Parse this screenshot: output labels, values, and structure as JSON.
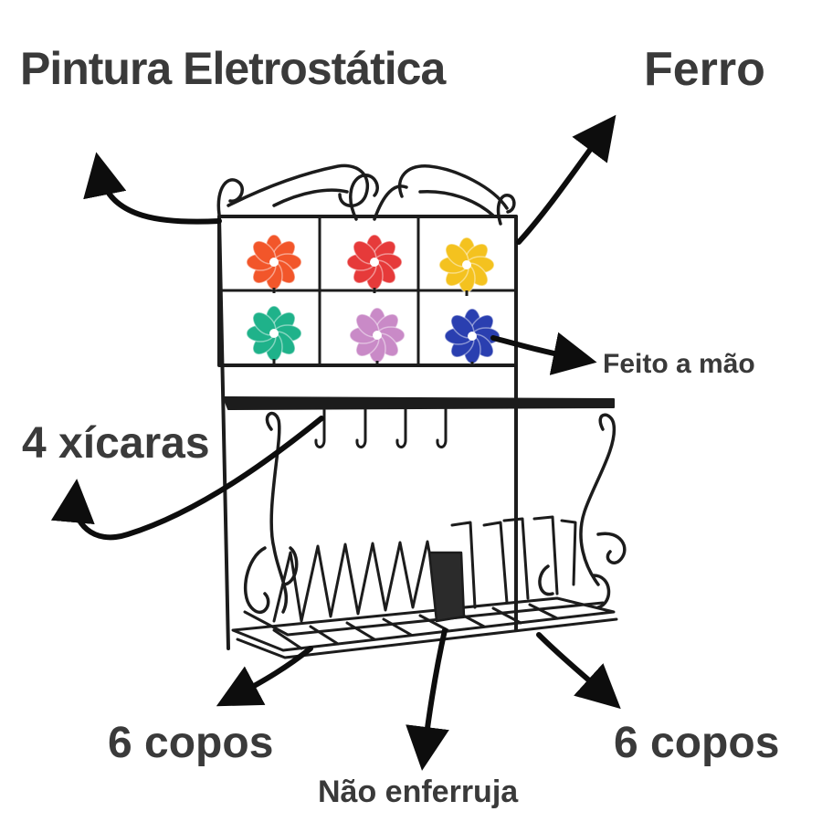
{
  "labels": {
    "pintura": "Pintura Eletrostática",
    "ferro": "Ferro",
    "feito_a_mao": "Feito a mão",
    "xicaras": "4 xícaras",
    "copos_left": "6 copos",
    "copos_right": "6 copos",
    "nao_enferruja": "Não enferruja"
  },
  "colors": {
    "text": "#3a3a3a",
    "iron": "#1c1c1c",
    "arrow": "#0d0d0d"
  },
  "tiles": [
    {
      "name": "orange-flower",
      "color": "#f2562a"
    },
    {
      "name": "red-flower",
      "color": "#e63a3a"
    },
    {
      "name": "yellow-flower",
      "color": "#f4c21f"
    },
    {
      "name": "teal-flower",
      "color": "#1fb28a"
    },
    {
      "name": "pink-flower",
      "color": "#c98ac7"
    },
    {
      "name": "blue-flower",
      "color": "#2a3fb0"
    }
  ]
}
